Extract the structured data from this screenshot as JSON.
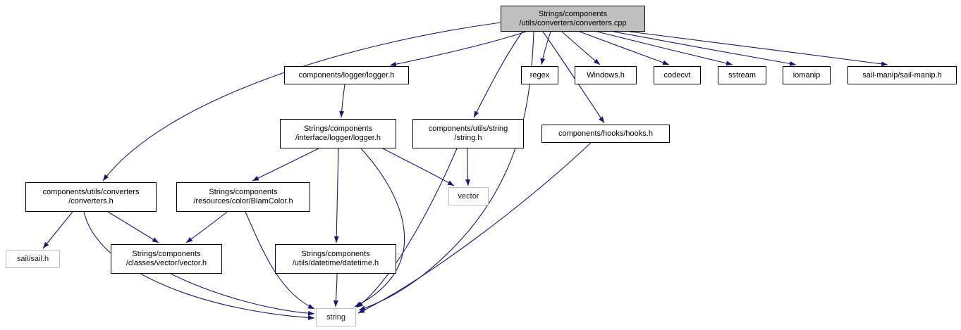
{
  "diagram": {
    "kind": "include-dependency-graph",
    "colors": {
      "edge": "#191970",
      "node_border": "#000000",
      "external_node_border": "#bebebe",
      "root_node_background": "#bfbfbf",
      "node_background": "#ffffff"
    }
  },
  "nodes": {
    "cpp": {
      "lines": [
        "Strings/components",
        "/utils/converters/converters.cpp"
      ]
    },
    "logger": {
      "lines": [
        "components/logger/logger.h"
      ]
    },
    "regex": {
      "lines": [
        "regex"
      ]
    },
    "windows": {
      "lines": [
        "Windows.h"
      ]
    },
    "codecvt": {
      "lines": [
        "codecvt"
      ]
    },
    "sstream": {
      "lines": [
        "sstream"
      ]
    },
    "iomanip": {
      "lines": [
        "iomanip"
      ]
    },
    "sailmanip": {
      "lines": [
        "sail-manip/sail-manip.h"
      ]
    },
    "ilogger": {
      "lines": [
        "Strings/components",
        "/interface/logger/logger.h"
      ]
    },
    "ustring": {
      "lines": [
        "components/utils/string",
        "/string.h"
      ]
    },
    "hooks": {
      "lines": [
        "components/hooks/hooks.h"
      ]
    },
    "converters_h": {
      "lines": [
        "components/utils/converters",
        "/converters.h"
      ]
    },
    "blamcolor": {
      "lines": [
        "Strings/components",
        "/resources/color/BlamColor.h"
      ]
    },
    "vector": {
      "lines": [
        "vector"
      ]
    },
    "sail": {
      "lines": [
        "sail/sail.h"
      ]
    },
    "vvector": {
      "lines": [
        "Strings/components",
        "/classes/vector/vector.h"
      ]
    },
    "datetime": {
      "lines": [
        "Strings/components",
        "/utils/datetime/datetime.h"
      ]
    },
    "string": {
      "lines": [
        "string"
      ]
    }
  },
  "edges": [
    {
      "from": "cpp",
      "to": "converters_h"
    },
    {
      "from": "cpp",
      "to": "logger"
    },
    {
      "from": "cpp",
      "to": "regex"
    },
    {
      "from": "cpp",
      "to": "windows"
    },
    {
      "from": "cpp",
      "to": "codecvt"
    },
    {
      "from": "cpp",
      "to": "sstream"
    },
    {
      "from": "cpp",
      "to": "iomanip"
    },
    {
      "from": "cpp",
      "to": "sailmanip"
    },
    {
      "from": "cpp",
      "to": "ustring"
    },
    {
      "from": "cpp",
      "to": "hooks"
    },
    {
      "from": "cpp",
      "to": "string"
    },
    {
      "from": "logger",
      "to": "ilogger"
    },
    {
      "from": "ilogger",
      "to": "blamcolor"
    },
    {
      "from": "ilogger",
      "to": "vector"
    },
    {
      "from": "ilogger",
      "to": "datetime"
    },
    {
      "from": "ilogger",
      "to": "string"
    },
    {
      "from": "ustring",
      "to": "vector"
    },
    {
      "from": "ustring",
      "to": "string"
    },
    {
      "from": "hooks",
      "to": "string"
    },
    {
      "from": "converters_h",
      "to": "sail"
    },
    {
      "from": "converters_h",
      "to": "vvector"
    },
    {
      "from": "converters_h",
      "to": "string"
    },
    {
      "from": "blamcolor",
      "to": "vvector"
    },
    {
      "from": "blamcolor",
      "to": "string"
    },
    {
      "from": "vvector",
      "to": "string"
    },
    {
      "from": "datetime",
      "to": "string"
    }
  ]
}
